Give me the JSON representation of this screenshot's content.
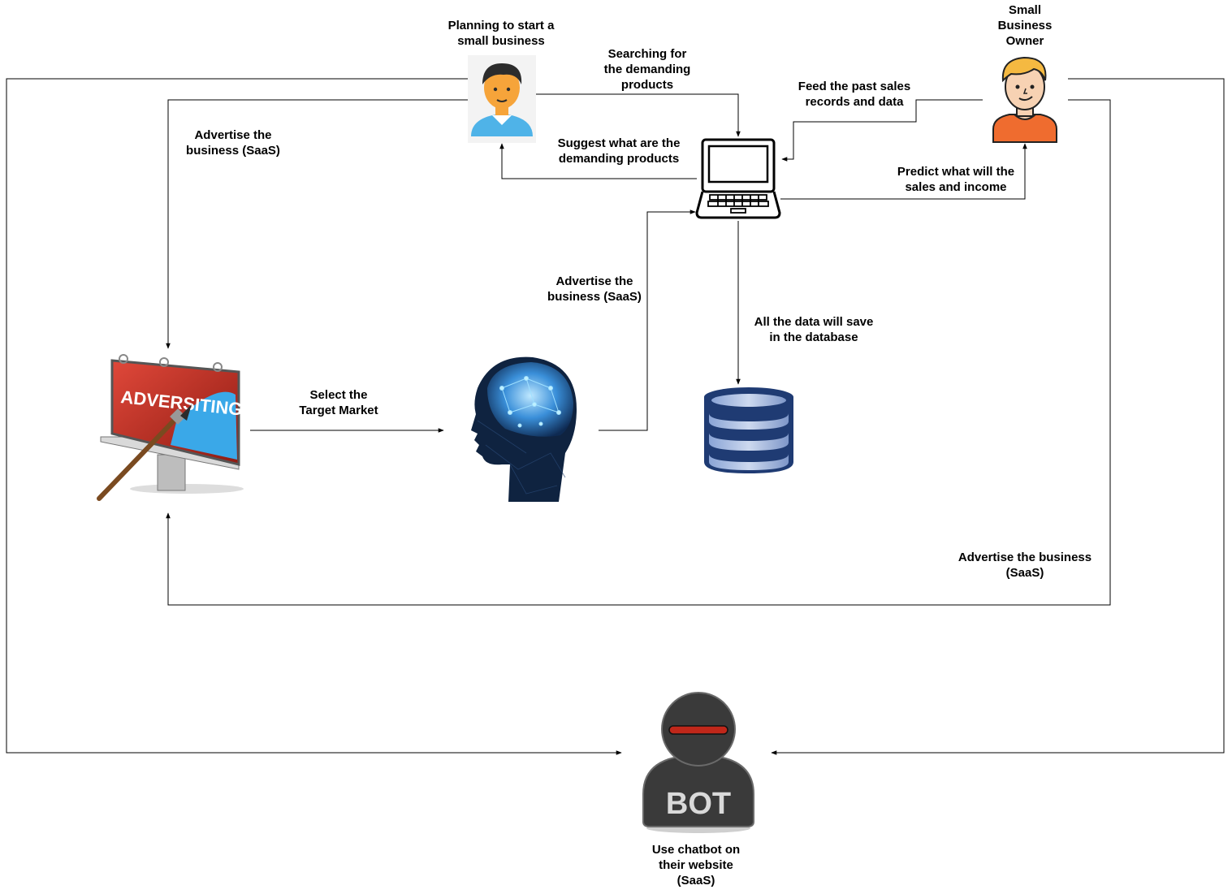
{
  "nodes": {
    "planner": {
      "label_lines": [
        "Planning to start a",
        "small business"
      ],
      "icon": "person-icon"
    },
    "owner": {
      "label_lines": [
        "Small",
        "Business",
        "Owner"
      ],
      "icon": "business-owner-icon"
    },
    "laptop": {
      "icon": "laptop-icon"
    },
    "billboard": {
      "icon": "billboard-icon",
      "sign_text": "ADVERSITING HERE"
    },
    "ai_head": {
      "icon": "ai-brain-head-icon"
    },
    "database": {
      "icon": "database-icon"
    },
    "chatbot": {
      "icon": "chatbot-icon",
      "badge_text": "BOT",
      "label_lines": [
        "Use chatbot on",
        "their website",
        "(SaaS)"
      ]
    }
  },
  "edges": {
    "searching": {
      "from": "planner",
      "to": "laptop",
      "label_lines": [
        "Searching for",
        "the demanding",
        "products"
      ]
    },
    "suggest": {
      "from": "laptop",
      "to": "planner",
      "label_lines": [
        "Suggest what are the",
        "demanding products"
      ]
    },
    "feed": {
      "from": "owner",
      "to": "laptop",
      "label_lines": [
        "Feed the past sales",
        "records and data"
      ]
    },
    "predict": {
      "from": "laptop",
      "to": "owner",
      "label_lines": [
        "Predict what will the",
        "sales and income"
      ]
    },
    "advertise_left": {
      "from": "planner",
      "to": "billboard",
      "label_lines": [
        "Advertise the",
        "business (SaaS)"
      ]
    },
    "advertise_mid": {
      "from": "ai_head",
      "to": "laptop",
      "label_lines": [
        "Advertise the",
        "business (SaaS)"
      ]
    },
    "save_db": {
      "from": "laptop",
      "to": "database",
      "label_lines": [
        "All the data will save",
        "in the database"
      ]
    },
    "target_market": {
      "from": "billboard",
      "to": "ai_head",
      "label_lines": [
        "Select the",
        "Target Market"
      ]
    },
    "advertise_right": {
      "from": "owner",
      "to": "billboard",
      "label_lines": [
        "Advertise the business",
        "(SaaS)"
      ]
    },
    "chatbot_left": {
      "from": "planner",
      "to": "chatbot"
    },
    "chatbot_right": {
      "from": "owner",
      "to": "chatbot"
    }
  },
  "colors": {
    "line": "#000000",
    "billboard_red": "#c0392b",
    "database_blue": "#1f3b73",
    "person_blue": "#4fb3e8",
    "owner_orange": "#ef6c2f",
    "bot_dark": "#3a3a3a",
    "bot_visor": "#c0271a",
    "brain_glow": "#6ec6ff"
  }
}
